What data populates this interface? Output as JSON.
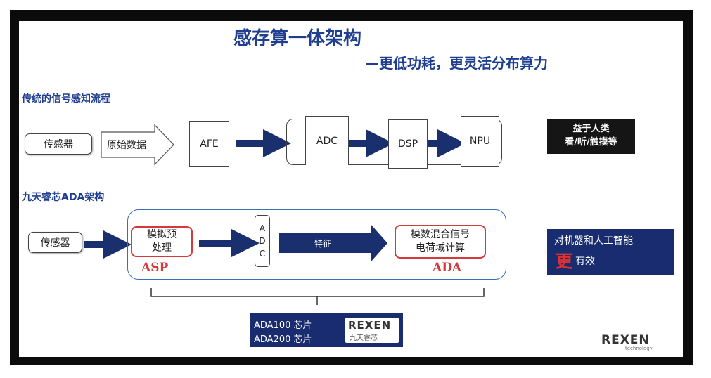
{
  "title": "感存算一体架构",
  "subtitle": "—更低功耗，更灵活分布算力",
  "traditional": {
    "heading": "传统的信号感知流程",
    "sensor": "传感器",
    "raw_data": "原始数据",
    "afe": "AFE",
    "adc": "ADC",
    "dsp": "DSP",
    "npu": "NPU",
    "benefit_line1": "益于人类",
    "benefit_line2": "看/听/触摸等"
  },
  "ada": {
    "heading": "九天睿芯ADA架构",
    "sensor": "传感器",
    "asp_box_line1": "模拟预",
    "asp_box_line2": "处理",
    "asp_label": "ASP",
    "adc_letters": [
      "A",
      "D",
      "C"
    ],
    "feature": "特征",
    "ada_box_line1": "模数混合信号",
    "ada_box_line2": "电荷域计算",
    "ada_label": "ADA",
    "benefit_line1": "对机器和人工智能",
    "benefit_emph": "更",
    "benefit_line2": "有效"
  },
  "chips": {
    "line1": "ADA100 芯片",
    "line2": "ADA200 芯片",
    "logo_text": "REXEN",
    "logo_cn": "九天睿芯"
  },
  "footer_logo": "REXEN",
  "footer_logo_sub": "technology",
  "colors": {
    "navy": "#182c6f",
    "title": "#1f3e8f",
    "red": "#d43a3a",
    "arrow": "#1a2f6e"
  }
}
